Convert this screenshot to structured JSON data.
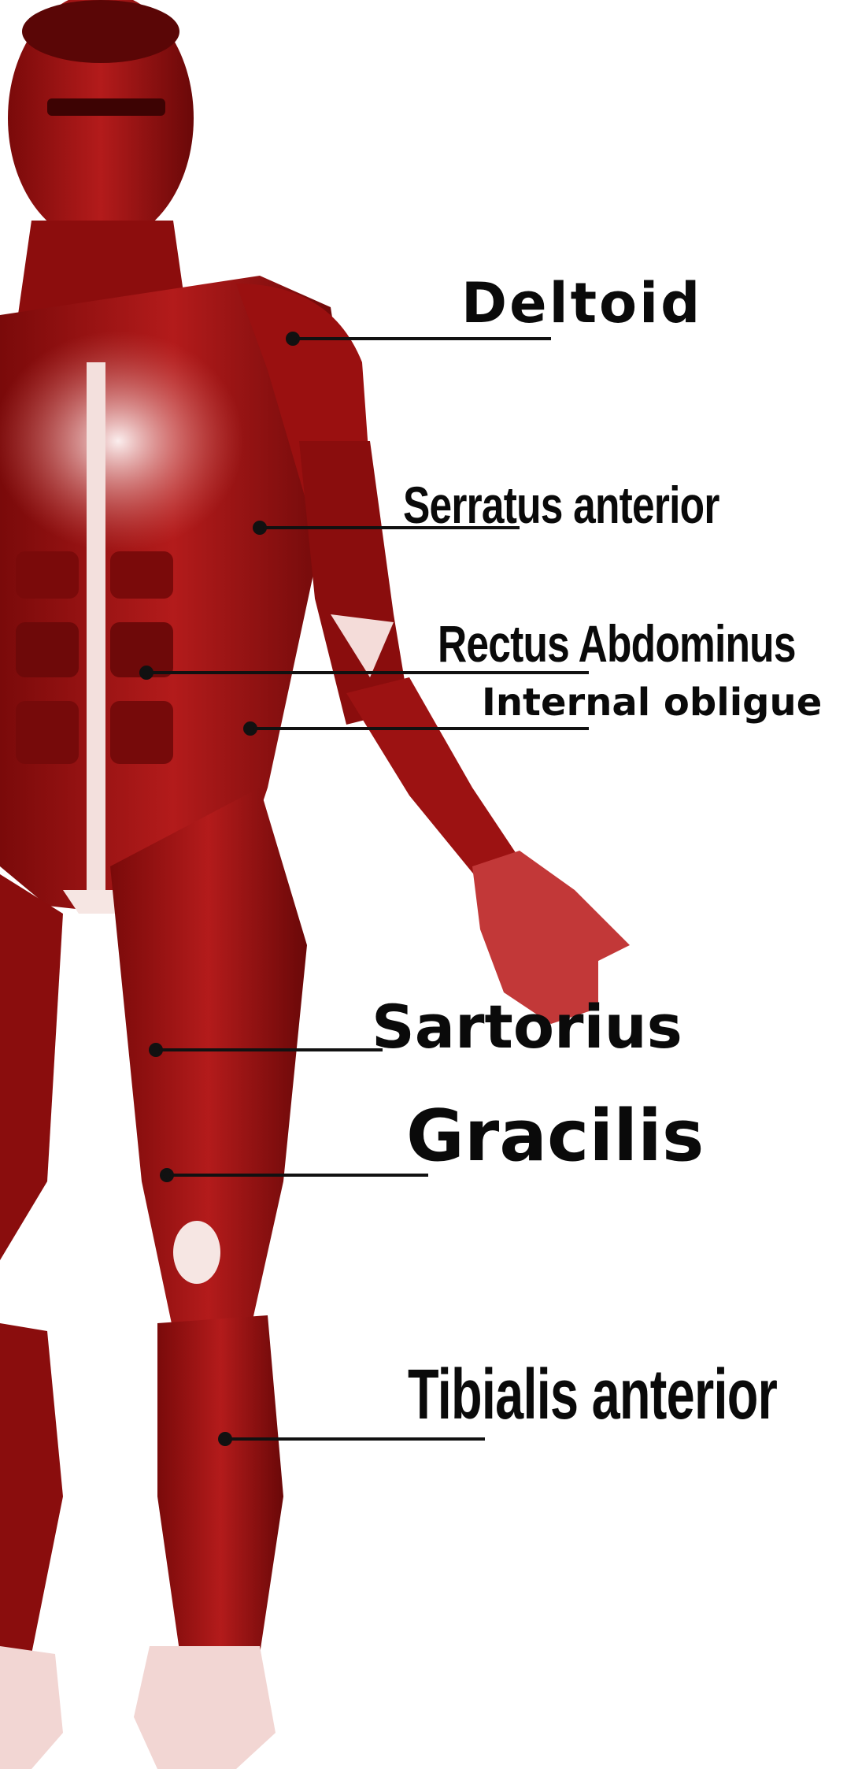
{
  "colors": {
    "muscle_dark": "#5a0606",
    "muscle": "#a31414",
    "muscle_light": "#d9544e",
    "tendon": "#f6e6e3",
    "leader_line": "#111111",
    "label_text": "#0a0a0a"
  },
  "labels": {
    "deltoid": "Deltoid",
    "serratus_anterior": "Serratus anterior",
    "rectus_abdominus": "Rectus Abdominus",
    "internal_obligue": "Internal obligue",
    "sartorius": "Sartorius",
    "gracilis": "Gracilis",
    "tibialis_anterior": "Tibialis anterior"
  }
}
